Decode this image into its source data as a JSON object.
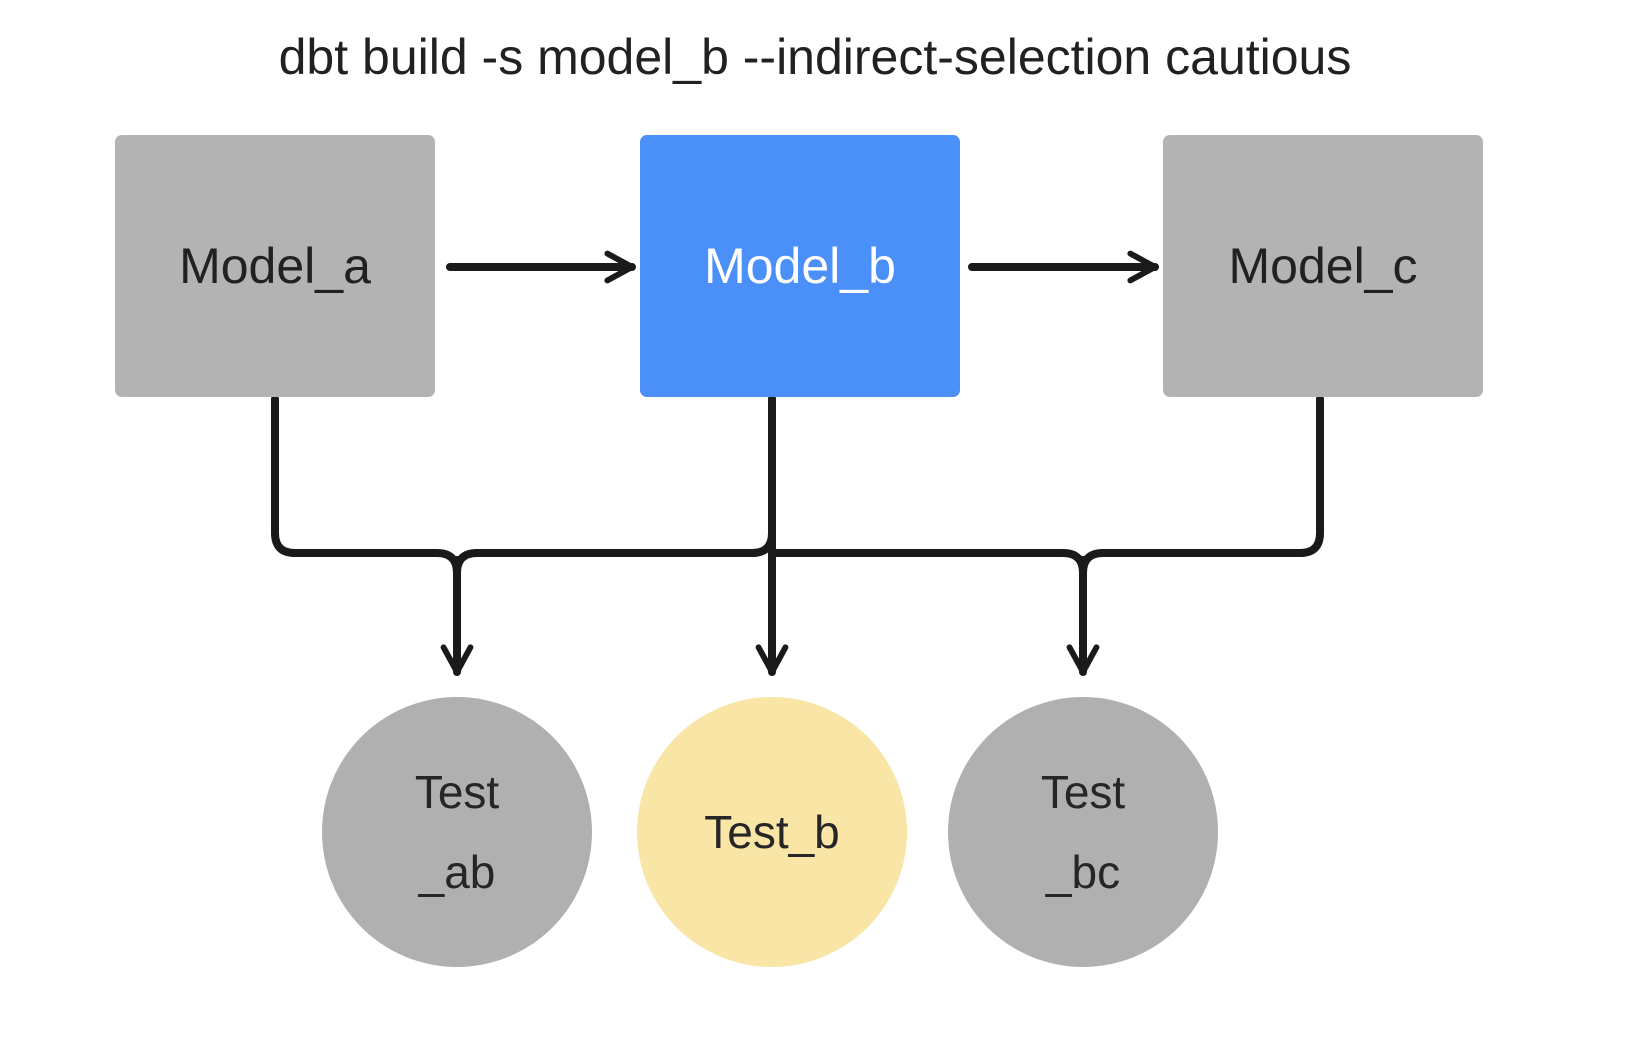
{
  "title": "dbt build -s model_b --indirect-selection cautious",
  "colors": {
    "background": "#ffffff",
    "node_gray": "#b3b3b3",
    "node_selected_blue": "#4a90f8",
    "test_gray": "#b0b0b0",
    "test_indirect_yellow": "#f9e5a6",
    "edge_black": "#1a1a1a",
    "text_dark": "#212121",
    "text_light": "#ffffff"
  },
  "diagram": {
    "type": "dag",
    "models": [
      {
        "id": "model_a",
        "label": "Model_a",
        "state": "not-selected",
        "fill": "#b3b3b3"
      },
      {
        "id": "model_b",
        "label": "Model_b",
        "state": "selected",
        "fill": "#4a90f8"
      },
      {
        "id": "model_c",
        "label": "Model_c",
        "state": "not-selected",
        "fill": "#b3b3b3"
      }
    ],
    "tests": [
      {
        "id": "test_ab",
        "label_line1": "Test",
        "label_line2": "_ab",
        "state": "not-selected",
        "fill": "#b0b0b0"
      },
      {
        "id": "test_b",
        "label_line1": "Test_b",
        "label_line2": "",
        "state": "indirectly-selected",
        "fill": "#f9e5a6"
      },
      {
        "id": "test_bc",
        "label_line1": "Test",
        "label_line2": "_bc",
        "state": "not-selected",
        "fill": "#b0b0b0"
      }
    ],
    "edges": [
      {
        "from": "model_a",
        "to": "model_b",
        "style": "arrow-right"
      },
      {
        "from": "model_b",
        "to": "model_c",
        "style": "arrow-right"
      },
      {
        "from": "model_a",
        "to": "test_ab",
        "style": "elbow-down"
      },
      {
        "from": "model_b",
        "to": "test_ab",
        "style": "elbow-down"
      },
      {
        "from": "model_b",
        "to": "test_b",
        "style": "straight-down"
      },
      {
        "from": "model_b",
        "to": "test_bc",
        "style": "elbow-down"
      },
      {
        "from": "model_c",
        "to": "test_bc",
        "style": "elbow-down"
      }
    ]
  }
}
